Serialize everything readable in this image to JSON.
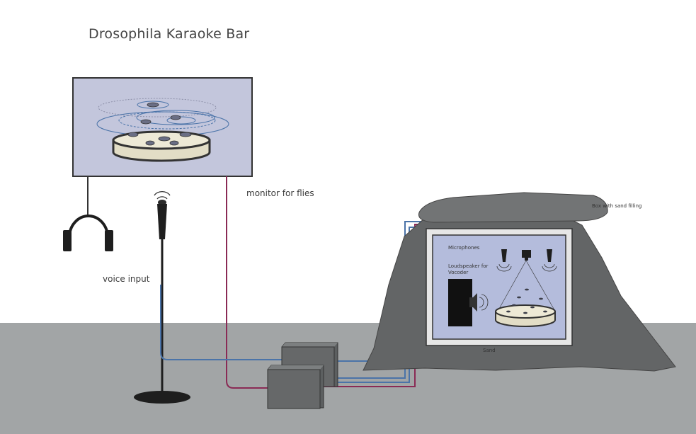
{
  "title": "Drosophila Karaoke Bar",
  "labels": {
    "monitor": "monitor for flies",
    "voice": "voice input",
    "box": "Box with sand filling",
    "microphones": "Microphones",
    "loudspeaker": "Loudspeaker for Vocoder",
    "sand": "Sand"
  },
  "colors": {
    "background": "#ffffff",
    "floor": "#a2a5a6",
    "mound": "#636566",
    "cable_red": "#8a2a55",
    "cable_blue": "#4a73a8",
    "screen": "#c3c6dc",
    "box_inner": "#b4bcdc",
    "dish": "#e2ddc6"
  }
}
